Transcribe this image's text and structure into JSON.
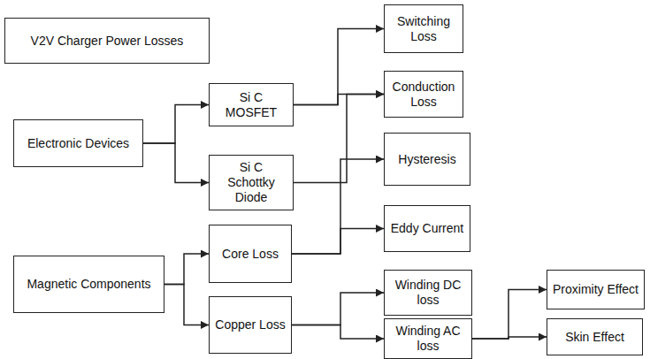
{
  "diagram": {
    "nodes": [
      {
        "text": [
          "V2V Charger Power Losses"
        ]
      },
      {
        "text": [
          "Electronic Devices"
        ]
      },
      {
        "text": [
          "Si C MOSFET"
        ]
      },
      {
        "text": [
          "Switching Loss"
        ]
      },
      {
        "text": [
          "Conduction Loss"
        ]
      },
      {
        "text": [
          "Si C Schottky Diode"
        ]
      },
      {
        "text": [
          "Magnetic Components"
        ]
      },
      {
        "text": [
          "Core Loss"
        ]
      },
      {
        "text": [
          "Hysteresis"
        ]
      },
      {
        "text": [
          "Eddy Current"
        ]
      },
      {
        "text": [
          "Copper Loss"
        ]
      },
      {
        "text": [
          "Winding DC loss"
        ]
      },
      {
        "text": [
          "Winding AC loss"
        ]
      },
      {
        "text": [
          "Proximity Effect"
        ]
      },
      {
        "text": [
          "Skin Effect"
        ]
      }
    ],
    "edges": [
      {
        "from": 1,
        "to": 2,
        "arrow": "to"
      },
      {
        "from": 1,
        "to": 5,
        "arrow": "to"
      },
      {
        "from": 2,
        "to": 3,
        "arrow": "to"
      },
      {
        "from": 2,
        "to": 4,
        "arrow": "to"
      },
      {
        "from": 5,
        "to": 4,
        "arrow": "to"
      },
      {
        "from": 6,
        "to": 7,
        "arrow": "to"
      },
      {
        "from": 6,
        "to": 10,
        "arrow": "to"
      },
      {
        "from": 7,
        "to": 8,
        "arrow": "to"
      },
      {
        "from": 7,
        "to": 9,
        "arrow": "to"
      },
      {
        "from": 10,
        "to": 11,
        "arrow": "to"
      },
      {
        "from": 10,
        "to": 12,
        "arrow": "to"
      },
      {
        "from": 12,
        "to": 13,
        "arrow": "to"
      },
      {
        "from": 12,
        "to": 14,
        "arrow": "to"
      }
    ]
  }
}
